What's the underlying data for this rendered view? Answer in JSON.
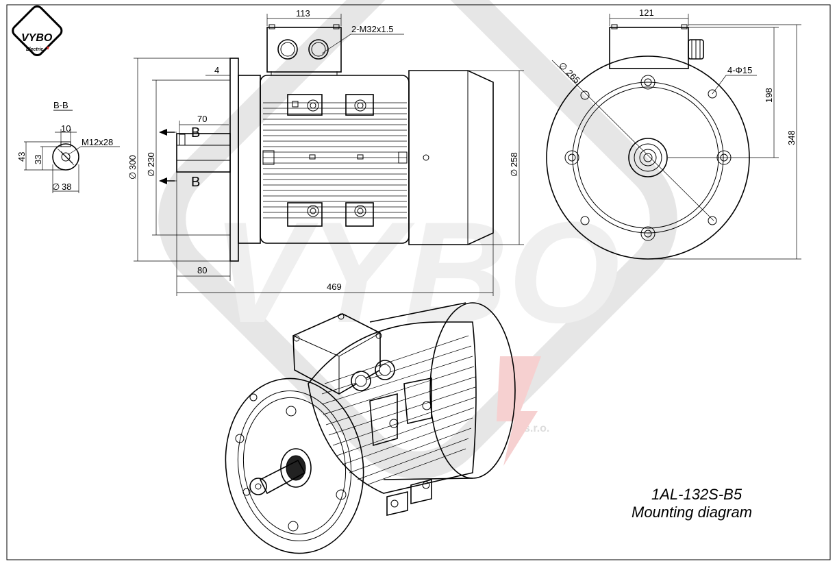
{
  "logo": {
    "brand": "VYBO",
    "sub": "Electric"
  },
  "watermark": {
    "text": "s.r.o."
  },
  "section": {
    "title": "B-B",
    "d10": "10",
    "thread": "M12x28",
    "d43": "43",
    "d33": "33",
    "dia38": "38"
  },
  "side_view": {
    "d113": "113",
    "gland": "2-M32x1.5",
    "d4": "4",
    "d70": "70",
    "cut_a": "B",
    "cut_b": "B",
    "dia300": "300",
    "dia230": "230",
    "dia258": "258",
    "d80": "80",
    "d469": "469"
  },
  "front_view": {
    "d121": "121",
    "dia265": "265",
    "holes": "4-Φ15",
    "d198": "198",
    "d348": "348"
  },
  "caption": {
    "model": "1AL-132S-B5",
    "subtitle": "Mounting diagram"
  },
  "diameter_symbol": "∅"
}
